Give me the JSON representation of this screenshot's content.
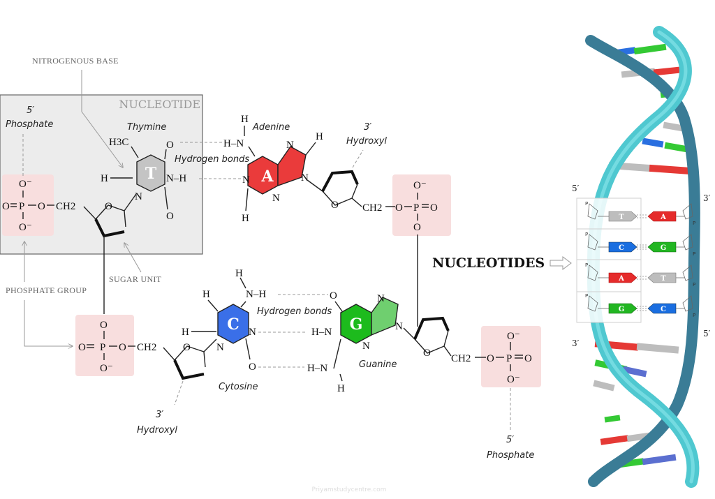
{
  "labels": {
    "nitrogenous_base": "NITROGENOUS BASE",
    "nucleotide": "NUCLEOTIDE",
    "phosphate_group": "PHOSPHATE GROUP",
    "sugar_unit": "SUGAR UNIT",
    "nucleotides": "NUCLEOTIDES",
    "hydrogen_bonds_top": "Hydrogen bonds",
    "hydrogen_bonds_bottom": "Hydrogen bonds",
    "watermark": "Priyamstudycentre.com"
  },
  "ends": {
    "five_prime": "5′",
    "three_prime": "3′",
    "phosphate": "Phosphate",
    "hydroxyl": "Hydroxyl"
  },
  "bases": {
    "thymine": {
      "name": "Thymine",
      "letter": "T",
      "color": "#c4c4c4"
    },
    "adenine": {
      "name": "Adenine",
      "letter": "A",
      "color": "#ea3b3b"
    },
    "cytosine": {
      "name": "Cytosine",
      "letter": "C",
      "color": "#3a6fe8"
    },
    "guanine": {
      "name": "Guanine",
      "letter": "G",
      "color": "#1dbb1d"
    }
  },
  "atoms": {
    "O": "O",
    "N": "N",
    "H": "H",
    "P": "P",
    "O_minus": "O⁻",
    "H3C": "H3C",
    "CH2": "CH2",
    "NH_left": "N–H",
    "NH_right": "H–N"
  },
  "helix": {
    "strand_color": "#4fc8d0",
    "strand_dark": "#3a7c96",
    "pairs": [
      {
        "left": "T",
        "right": "A"
      },
      {
        "left": "C",
        "right": "G"
      },
      {
        "left": "A",
        "right": "T"
      },
      {
        "left": "G",
        "right": "C"
      }
    ],
    "p_label": "P"
  },
  "colors": {
    "phosphate_box": "#f8dede",
    "nucleotide_box": "#ececec"
  }
}
